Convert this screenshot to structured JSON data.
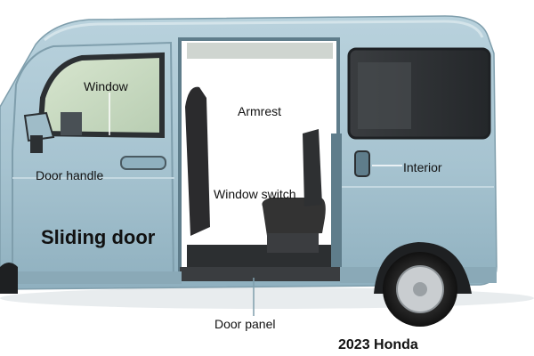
{
  "image": {
    "subject": "light-blue kei van with open sliding door",
    "body_color": "#a9c6d3",
    "labels": {
      "window": "Window",
      "door_handle": "Door handle",
      "sliding_door": "Sliding door",
      "armrest": "Armrest",
      "window_switch": "Window switch",
      "interior": "Interior",
      "door_panel": "Door panel",
      "caption": "2023 Honda"
    }
  }
}
